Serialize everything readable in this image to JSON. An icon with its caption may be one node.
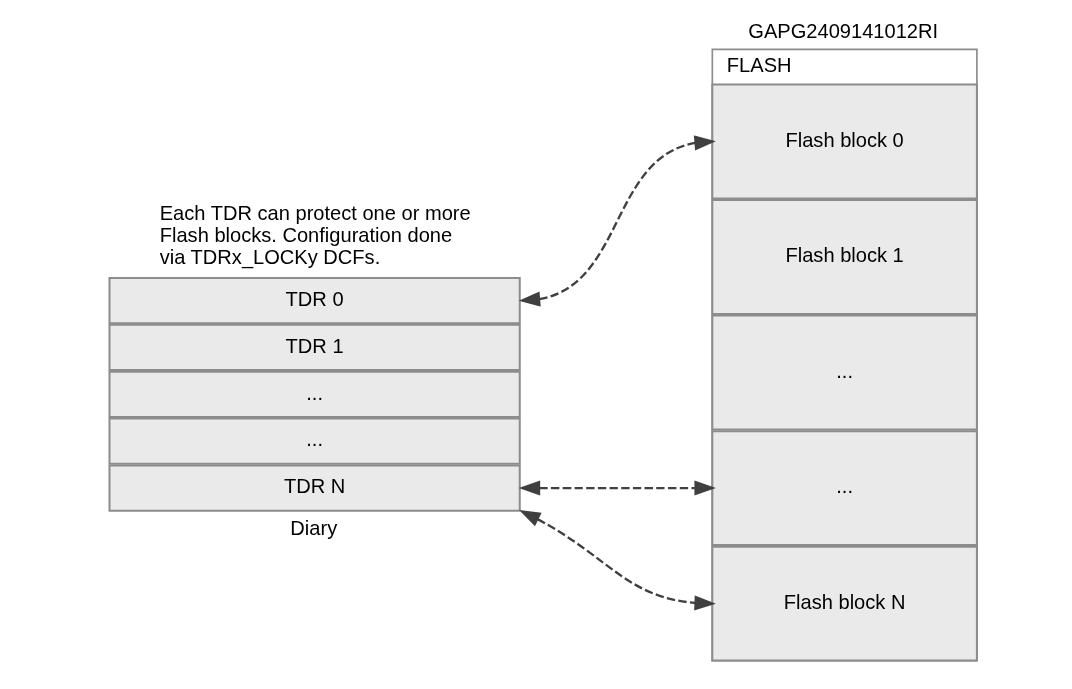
{
  "diagram": {
    "nodes": [
      {
        "text": [
          "FLASH"
        ]
      },
      {
        "text": [
          "Flash block 0"
        ],
        "in": 0
      },
      {
        "text": [
          "Flash block 1"
        ],
        "in": 0
      },
      {
        "text": [
          "..."
        ],
        "in": 0
      },
      {
        "text": [
          "..."
        ],
        "in": 0
      },
      {
        "text": [
          "Flash block N"
        ],
        "in": 0
      },
      {
        "text": [
          "TDR 0"
        ]
      },
      {
        "text": [
          "TDR 1"
        ]
      },
      {
        "text": [
          "..."
        ]
      },
      {
        "text": [
          "..."
        ]
      },
      {
        "text": [
          "TDR N"
        ]
      }
    ],
    "edges": [
      {
        "from": 6,
        "to": 1,
        "arrow": "both",
        "style": "dashed"
      },
      {
        "from": 10,
        "to": 4,
        "arrow": "both",
        "style": "dashed"
      },
      {
        "from": 10,
        "to": 5,
        "arrow": "both",
        "style": "dashed"
      }
    ],
    "labels": [
      "Each TDR can protect one or more Flash blocks. Configuration done via TDRx_LOCKy DCFs.",
      "Diary",
      "GAPG2409141012RI"
    ]
  }
}
